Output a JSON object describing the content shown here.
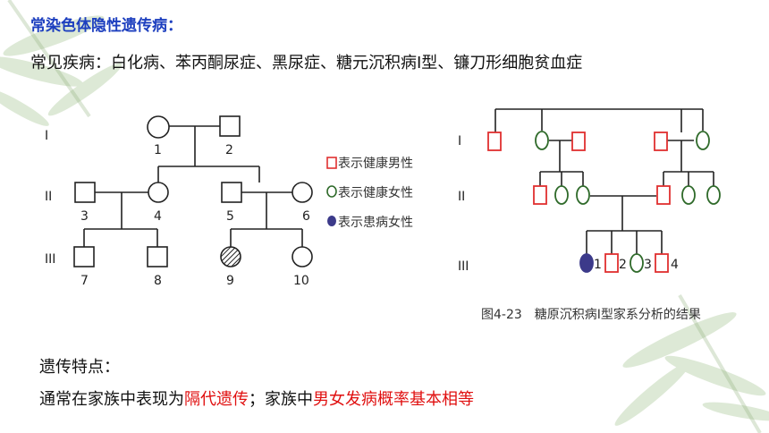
{
  "heading": "常染色体隐性遗传病：",
  "common_diseases": "常见疾病：白化病、苯丙酮尿症、黑尿症、糖元沉积病Ⅰ型、镰刀形细胞贫血症",
  "left_pedigree": {
    "generations": [
      "I",
      "II",
      "III"
    ],
    "individuals": [
      "1",
      "2",
      "3",
      "4",
      "5",
      "6",
      "7",
      "8",
      "9",
      "10"
    ]
  },
  "legend": {
    "healthy_male": "表示健康男性",
    "healthy_female": "表示健康女性",
    "affected_female": "表示患病女性"
  },
  "right_pedigree": {
    "generations": [
      "I",
      "II",
      "III"
    ],
    "gen3_numbers": [
      "1",
      "2",
      "3",
      "4"
    ],
    "caption": "图4-23　糖原沉积病Ⅰ型家系分析的结果"
  },
  "features": {
    "label": "遗传特点：",
    "text_a": "通常在家族中表现为",
    "text_b": "隔代遗传",
    "text_c": "；家族中",
    "text_d": "男女发病概率基本相等"
  },
  "colors": {
    "heading": "#1d3fbf",
    "highlight": "#e01010",
    "affected": "#3c3a8a",
    "male_red": "#e03030",
    "female_green": "#2f6a2a"
  }
}
